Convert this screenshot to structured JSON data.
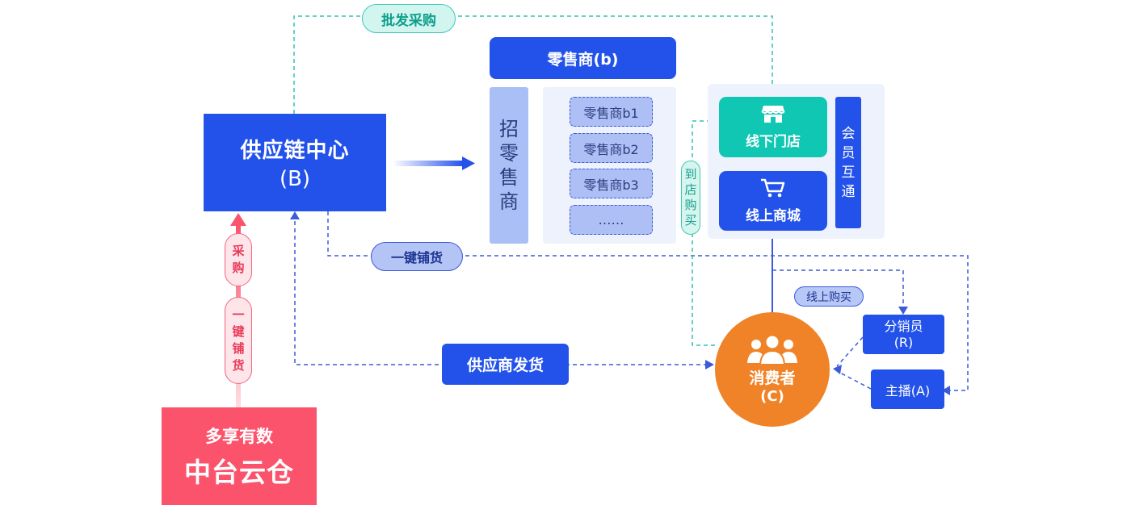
{
  "supply_center": {
    "title": "供应链中心",
    "code": "(B)"
  },
  "cloud_warehouse": {
    "line1": "多享有数",
    "line2": "中台云仓"
  },
  "retailer": {
    "title": "零售商(b)",
    "recruit_chars": [
      "招",
      "零",
      "售",
      "商"
    ],
    "items": [
      "零售商b1",
      "零售商b2",
      "零售商b3",
      "……"
    ]
  },
  "channels": {
    "offline_store": "线下门店",
    "online_mall": "线上商城",
    "member_chars": [
      "会",
      "员",
      "互",
      "通"
    ]
  },
  "consumer": {
    "title": "消费者",
    "code": "(C)"
  },
  "distributor": {
    "title": "分销员",
    "code": "(R)"
  },
  "host": {
    "title": "主播(A)"
  },
  "labels": {
    "wholesale": "批发采购",
    "one_key_stock": "一键铺货",
    "supplier_ship": "供应商发货",
    "online_buy": "线上购买",
    "to_store_chars": [
      "到",
      "店",
      "购",
      "买"
    ],
    "purchase_chars": [
      "采",
      "购"
    ],
    "one_key_chars": [
      "一",
      "键",
      "铺",
      "货"
    ]
  },
  "icons": {
    "store": "store-icon",
    "cart": "cart-icon",
    "people": "people-icon"
  },
  "colors": {
    "primary_blue": "#2352ea",
    "teal": "#10c7b4",
    "red": "#fb536c",
    "orange": "#f08227",
    "light_panel": "#eef2fd"
  }
}
